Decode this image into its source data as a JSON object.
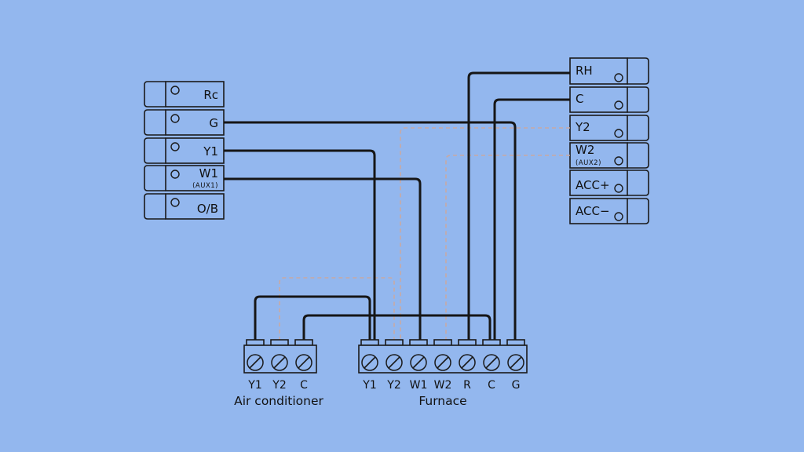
{
  "left_terminals": [
    {
      "label": "Rc",
      "sub": ""
    },
    {
      "label": "G",
      "sub": ""
    },
    {
      "label": "Y1",
      "sub": ""
    },
    {
      "label": "W1",
      "sub": "(AUX1)"
    },
    {
      "label": "O/B",
      "sub": ""
    }
  ],
  "right_terminals": [
    {
      "label": "RH",
      "sub": ""
    },
    {
      "label": "C",
      "sub": ""
    },
    {
      "label": "Y2",
      "sub": ""
    },
    {
      "label": "W2",
      "sub": "(AUX2)"
    },
    {
      "label": "ACC+",
      "sub": ""
    },
    {
      "label": "ACC−",
      "sub": ""
    }
  ],
  "air_conditioner": {
    "caption": "Air conditioner",
    "terminals": [
      "Y1",
      "Y2",
      "C"
    ]
  },
  "furnace": {
    "caption": "Furnace",
    "terminals": [
      "Y1",
      "Y2",
      "W1",
      "W2",
      "R",
      "C",
      "G"
    ]
  },
  "colors": {
    "background": "#93b7ee",
    "wire": "#161616",
    "optional_wire": "#c8a9a3"
  }
}
